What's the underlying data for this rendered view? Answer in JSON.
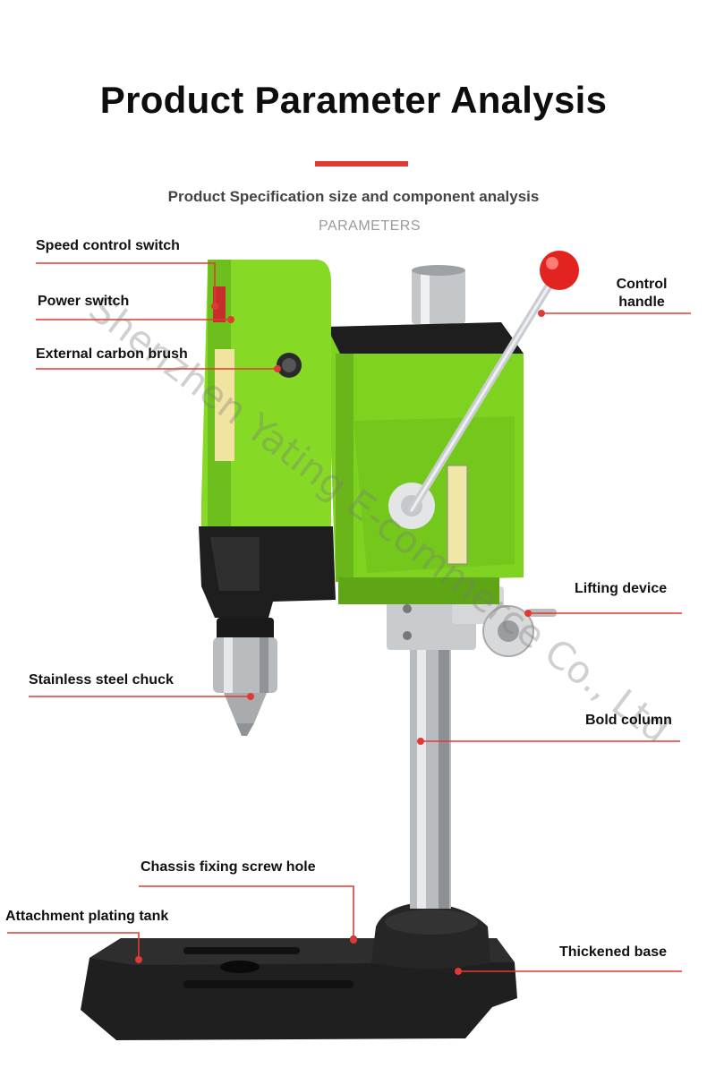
{
  "header": {
    "title": "Product Parameter Analysis",
    "subtitle": "Product Specification size and component analysis",
    "kicker": "PARAMETERS"
  },
  "watermark": "Shenzhen Yating E-commerce Co., Ltd",
  "labels": {
    "speed_control_switch": "Speed control switch",
    "power_switch": "Power switch",
    "external_carbon_brush": "External carbon brush",
    "control_handle_line1": "Control",
    "control_handle_line2": "handle",
    "lifting_device": "Lifting device",
    "stainless_steel_chuck": "Stainless steel chuck",
    "bold_column": "Bold column",
    "chassis_fixing_screw_hole": "Chassis fixing screw hole",
    "attachment_plating_tank": "Attachment plating tank",
    "thickened_base": "Thickened base"
  },
  "colors": {
    "accent_red": "#e03a32",
    "body_green": "#7ed321",
    "dark_cast": "#222222"
  }
}
